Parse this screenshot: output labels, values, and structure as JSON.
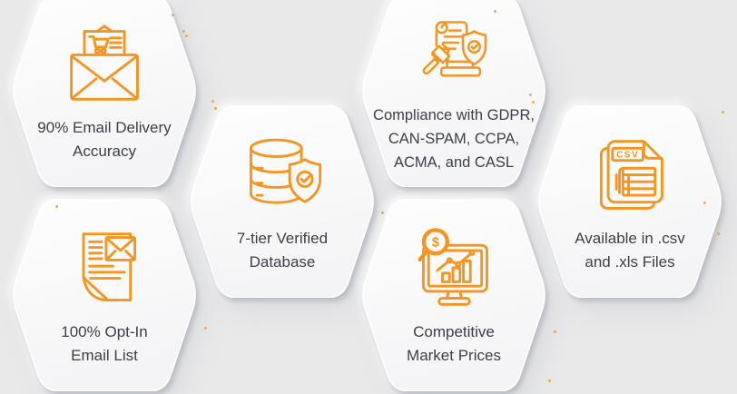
{
  "theme": {
    "accent": "#F7941D",
    "text": "#3B4046",
    "background": "#E9E9EA",
    "card": "#FAFAFB"
  },
  "icons": {
    "csv_badge_text": "CSV",
    "dollar_glyph": "$"
  },
  "cards": [
    {
      "id": "email-delivery",
      "icon": "envelope-shopping-cart-icon",
      "label": "90% Email Delivery\nAccuracy"
    },
    {
      "id": "verified-database",
      "icon": "database-shield-check-icon",
      "label": "7-tier Verified\nDatabase"
    },
    {
      "id": "compliance",
      "icon": "scroll-gavel-shield-icon",
      "label": "Compliance with GDPR,\nCAN-SPAM, CCPA,\nACMA, and CASL"
    },
    {
      "id": "file-formats",
      "icon": "csv-file-icon",
      "label": "Available in .csv\nand .xls Files"
    },
    {
      "id": "opt-in-list",
      "icon": "document-envelope-icon",
      "label": "100% Opt-In\nEmail List"
    },
    {
      "id": "market-prices",
      "icon": "monitor-chart-magnifier-icon",
      "label": "Competitive\nMarket Prices"
    }
  ]
}
